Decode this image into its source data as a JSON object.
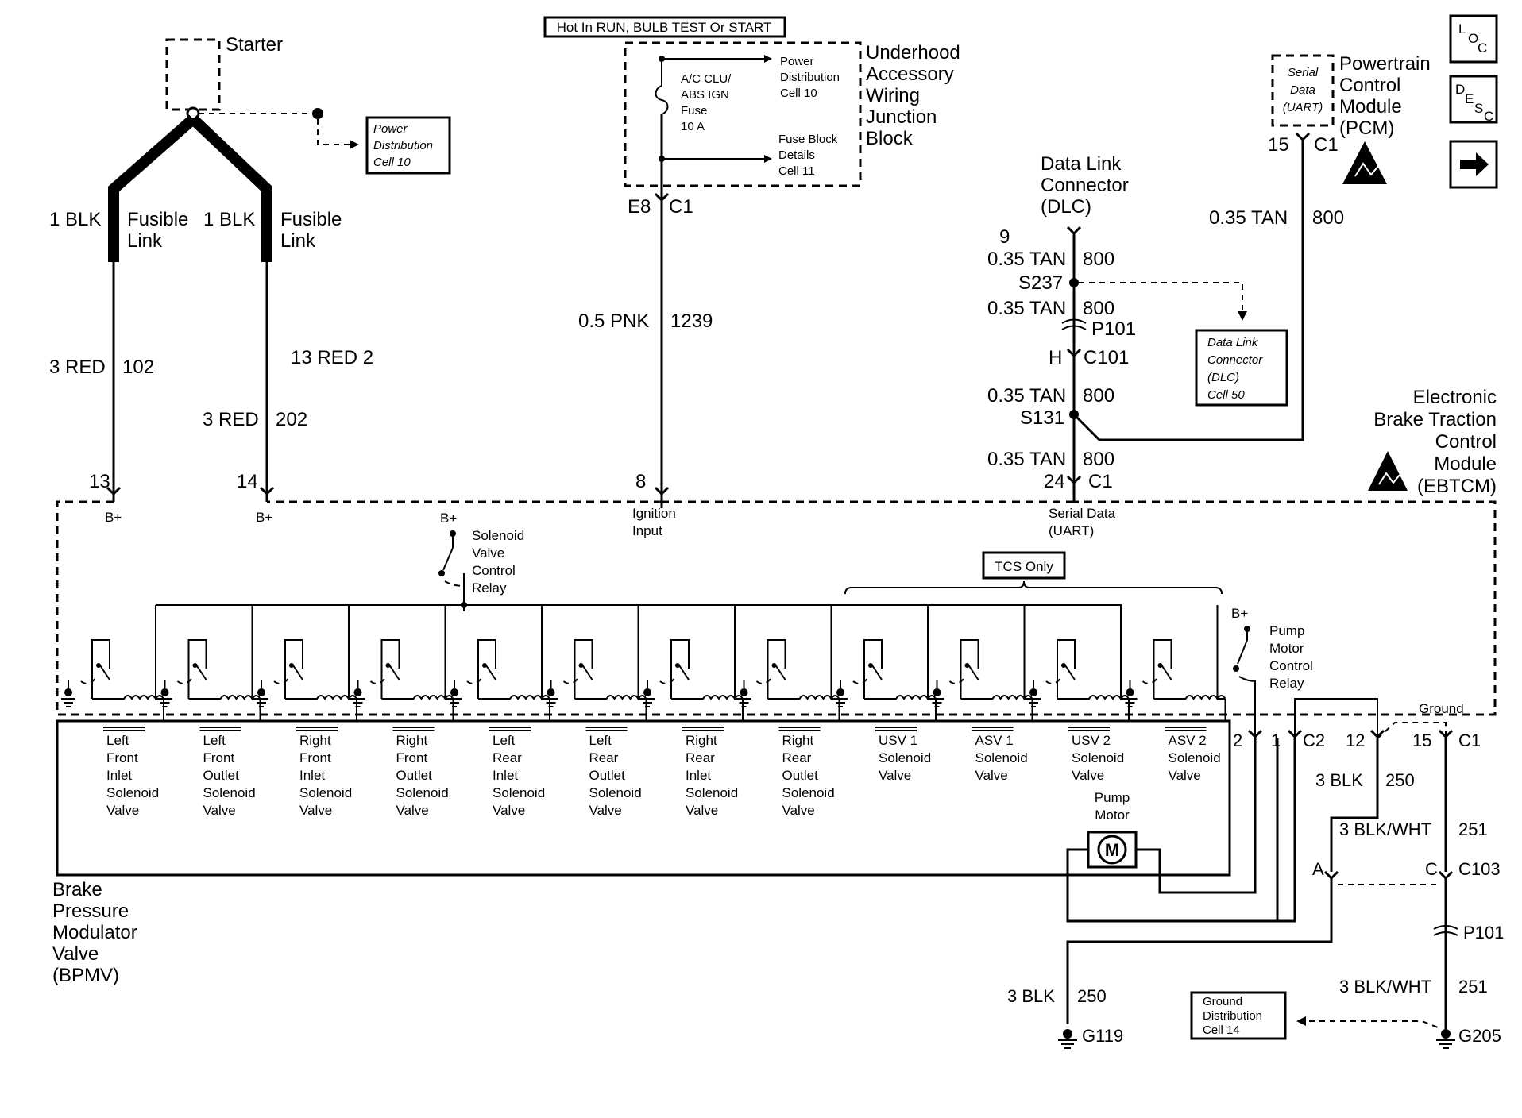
{
  "hot_in_label": "Hot In RUN, BULB TEST Or START",
  "starter": {
    "label": "Starter"
  },
  "power_dist_ref": {
    "l1": "Power",
    "l2": "Distribution",
    "l3": "Cell 10"
  },
  "fusible_links": [
    {
      "wire": "1 BLK",
      "l1": "Fusible",
      "l2": "Link"
    },
    {
      "wire": "1 BLK",
      "l1": "Fusible",
      "l2": "Link"
    }
  ],
  "left_wires": [
    {
      "color": "3 RED",
      "circuit": "102",
      "pin": "13",
      "label": "B+"
    },
    {
      "color": "3 RED",
      "circuit": "202",
      "pin": "14",
      "label": "B+"
    }
  ],
  "extra_wire_label": "13 RED   2",
  "underhood": {
    "title": [
      "Underhood",
      "Accessory",
      "Wiring",
      "Junction",
      "Block"
    ],
    "fuse": [
      "A/C CLU/",
      "ABS IGN",
      "Fuse",
      "10 A"
    ],
    "ref1": [
      "Power",
      "Distribution",
      "Cell 10"
    ],
    "ref2": [
      "Fuse Block",
      "Details",
      "Cell 11"
    ],
    "connector_pin": "E8",
    "connector": "C1"
  },
  "ignition_wire": {
    "color": "0.5 PNK",
    "circuit": "1239",
    "pin": "8",
    "label1": "Ignition",
    "label2": "Input"
  },
  "dlc": {
    "title": [
      "Data Link",
      "Connector",
      "(DLC)"
    ],
    "pin": "9",
    "ref": [
      "Data Link",
      "Connector",
      "(DLC)",
      "Cell 50"
    ]
  },
  "serial_wires": [
    {
      "color": "0.35 TAN",
      "circuit": "800"
    },
    {
      "color": "0.35 TAN",
      "circuit": "800"
    },
    {
      "color": "0.35 TAN",
      "circuit": "800"
    },
    {
      "color": "0.35 TAN",
      "circuit": "800"
    }
  ],
  "splices": {
    "s237": "S237",
    "s131": "S131"
  },
  "p101_top": "P101",
  "c101": {
    "pin": "H",
    "name": "C101"
  },
  "serial_pin": {
    "pin": "24",
    "conn": "C1",
    "l1": "Serial Data",
    "l2": "(UART)"
  },
  "pcm": {
    "title": [
      "Powertrain",
      "Control",
      "Module",
      "(PCM)"
    ],
    "box": [
      "Serial",
      "Data",
      "(UART)"
    ],
    "pin": "15",
    "conn": "C1",
    "wire_color": "0.35 TAN",
    "wire_circuit": "800"
  },
  "nav_icons": [
    "LOC",
    "DESC",
    "next"
  ],
  "ebtcm": {
    "title": [
      "Electronic",
      "Brake Traction",
      "Control",
      "Module",
      "(EBTCM)"
    ]
  },
  "solenoid_relay": {
    "bplus": "B+",
    "l1": "Solenoid",
    "l2": "Valve",
    "l3": "Control",
    "l4": "Relay"
  },
  "tcs_only": "TCS Only",
  "pump_relay": {
    "bplus": "B+",
    "l1": "Pump",
    "l2": "Motor",
    "l3": "Control",
    "l4": "Relay"
  },
  "ground_label": "Ground",
  "valves": [
    [
      "Left",
      "Front",
      "Inlet",
      "Solenoid",
      "Valve"
    ],
    [
      "Left",
      "Front",
      "Outlet",
      "Solenoid",
      "Valve"
    ],
    [
      "Right",
      "Front",
      "Inlet",
      "Solenoid",
      "Valve"
    ],
    [
      "Right",
      "Front",
      "Outlet",
      "Solenoid",
      "Valve"
    ],
    [
      "Left",
      "Rear",
      "Inlet",
      "Solenoid",
      "Valve"
    ],
    [
      "Left",
      "Rear",
      "Outlet",
      "Solenoid",
      "Valve"
    ],
    [
      "Right",
      "Rear",
      "Inlet",
      "Solenoid",
      "Valve"
    ],
    [
      "Right",
      "Rear",
      "Outlet",
      "Solenoid",
      "Valve"
    ],
    [
      "USV 1",
      "Solenoid",
      "Valve"
    ],
    [
      "ASV 1",
      "Solenoid",
      "Valve"
    ],
    [
      "USV 2",
      "Solenoid",
      "Valve"
    ],
    [
      "ASV 2",
      "Solenoid",
      "Valve"
    ]
  ],
  "pump_motor": {
    "l1": "Pump",
    "l2": "Motor",
    "symbol": "M"
  },
  "bpmv": [
    "Brake",
    "Pressure",
    "Modulator",
    "Valve",
    "(BPMV)"
  ],
  "c2_pins": {
    "p2": "2",
    "p1": "1",
    "conn": "C2"
  },
  "c1_pins": {
    "p12": "12",
    "p15": "15",
    "conn": "C1"
  },
  "ground_wires": {
    "w250": {
      "color": "3 BLK",
      "circuit": "250"
    },
    "w251": {
      "color": "3 BLK/WHT",
      "circuit": "251"
    },
    "w250b": {
      "color": "3 BLK",
      "circuit": "250"
    },
    "w251b": {
      "color": "3 BLK/WHT",
      "circuit": "251"
    }
  },
  "c103": {
    "pinA": "A",
    "pinC": "C",
    "name": "C103"
  },
  "p101_bottom": "P101",
  "grounds": {
    "g119": "G119",
    "g205": "G205"
  },
  "ground_ref": [
    "Ground",
    "Distribution",
    "Cell 14"
  ]
}
